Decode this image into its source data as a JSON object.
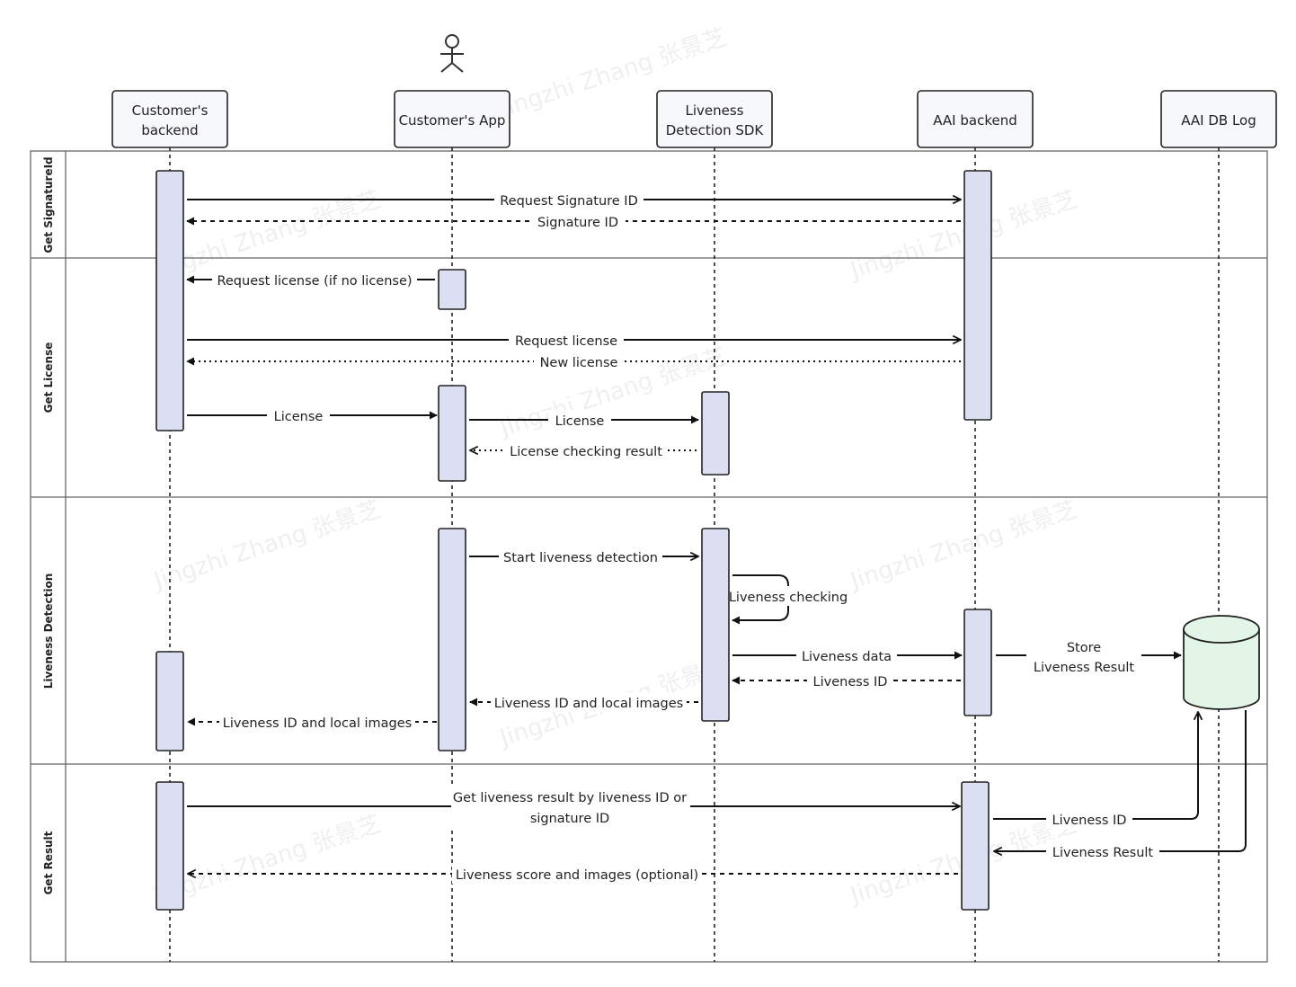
{
  "participants": {
    "customers_backend": [
      "Customer's",
      "backend"
    ],
    "customers_app": "Customer's App",
    "liveness_sdk": [
      "Liveness",
      "Detection SDK"
    ],
    "aai_backend": "AAI backend",
    "aai_db_log": "AAI DB Log"
  },
  "lanes": {
    "get_signature": "Get SignatureId",
    "get_license": "Get License",
    "liveness_detection": "Liveness Detection",
    "get_result": "Get Result"
  },
  "messages": {
    "request_signature_id": "Request Signature ID",
    "signature_id": "Signature ID",
    "request_license_if_none": "Request license  (if no license)",
    "request_license": "Request license",
    "new_license": "New license",
    "license_backend_to_app": "License",
    "license_app_to_sdk": "License",
    "license_checking_result": "License checking result",
    "start_liveness_detection": "Start liveness detection",
    "liveness_checking": "Liveness checking",
    "liveness_data": "Liveness data",
    "liveness_id_to_sdk": "Liveness ID",
    "store_result": [
      "Store",
      "Liveness Result"
    ],
    "liveness_id_local_images_to_app": "Liveness ID and local images",
    "liveness_id_local_images_to_backend": "Liveness ID and local images",
    "get_liveness_result": [
      "Get liveness result by liveness ID or",
      "signature ID"
    ],
    "liveness_id_to_db": "Liveness ID",
    "liveness_result_from_db": "Liveness Result",
    "liveness_score_images": "Liveness score and images (optional)"
  },
  "watermark": "Jingzhi Zhang 张景芝",
  "colors": {
    "activation_fill": "#dcdff2",
    "database_fill": "#e3f5e6",
    "box_fill": "#f7f8fc",
    "line": "#111111"
  },
  "icons": {
    "actor": "stick-figure-icon",
    "database": "cylinder-database-icon"
  }
}
